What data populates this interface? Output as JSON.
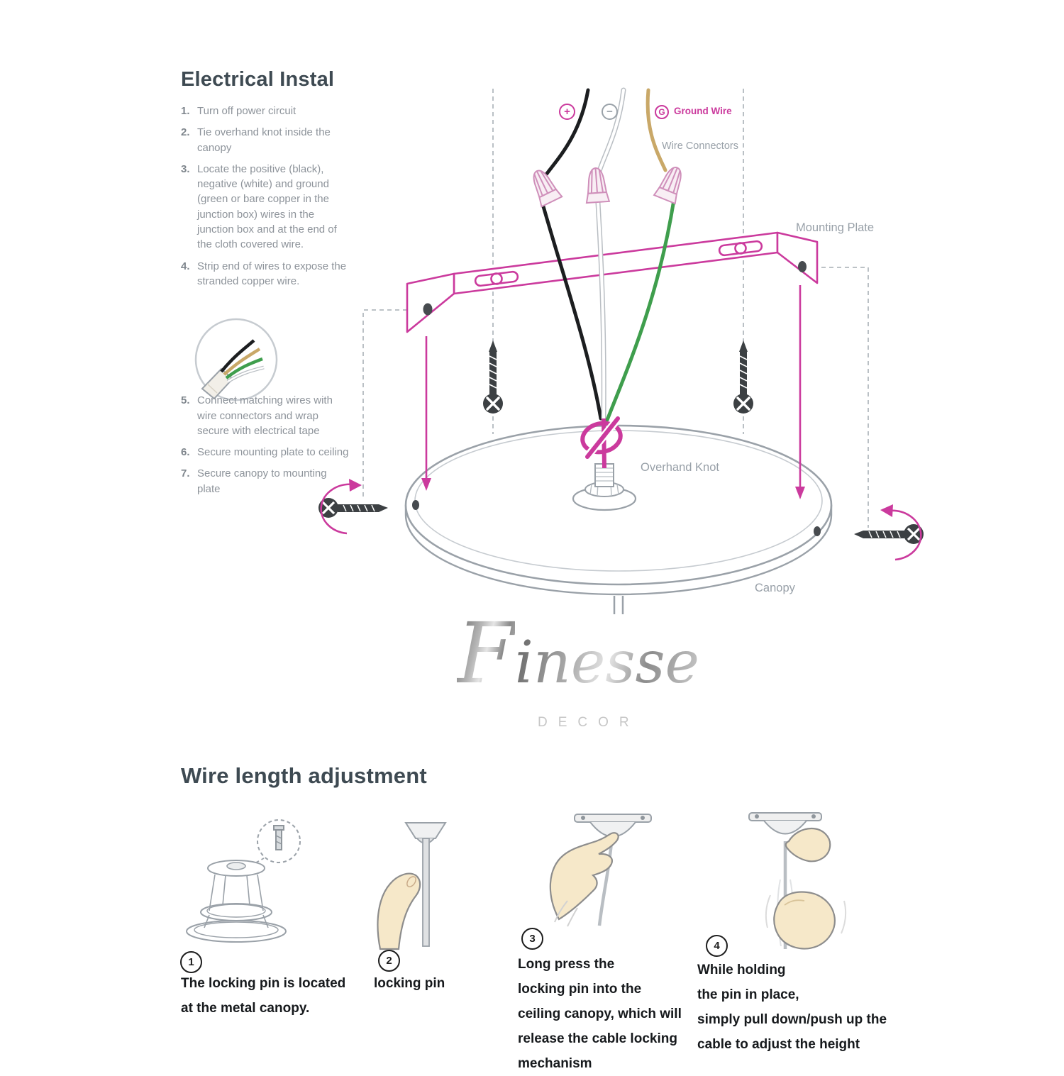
{
  "electrical": {
    "title": "Electrical Instal",
    "steps": [
      {
        "num": "1.",
        "text": "Turn off power circuit"
      },
      {
        "num": "2.",
        "text": "Tie overhand knot inside the canopy"
      },
      {
        "num": "3.",
        "text": "Locate the positive (black), negative (white) and ground (green or bare copper in the junction box) wires in the junction box and at the end of the cloth covered wire."
      },
      {
        "num": "4.",
        "text": "Strip end of wires to expose the stranded copper wire."
      },
      {
        "num": "5.",
        "text": "Connect matching wires with wire connectors and wrap secure with electrical tape"
      },
      {
        "num": "6.",
        "text": "Secure mounting plate to ceiling"
      },
      {
        "num": "7.",
        "text": "Secure canopy to mounting plate"
      }
    ],
    "diagram_labels": {
      "plus": "+",
      "minus": "−",
      "ground_badge": "G",
      "ground_wire": "Ground Wire",
      "wire_connectors": "Wire Connectors",
      "mounting_plate": "Mounting Plate",
      "overhand_knot": "Overhand Knot",
      "canopy": "Canopy"
    }
  },
  "logo": {
    "initial": "F",
    "rest": "inesse",
    "subtext": "DECOR"
  },
  "adjustment": {
    "title": "Wire length adjustment",
    "steps": [
      {
        "badge": "1",
        "lines": [
          "The locking pin is located",
          "at the metal canopy."
        ]
      },
      {
        "badge": "2",
        "lines": [
          "locking pin"
        ]
      },
      {
        "badge": "3",
        "lines": [
          "Long press the",
          "locking pin into the",
          "ceiling canopy, which will",
          "release the cable locking",
          "mechanism"
        ]
      },
      {
        "badge": "4",
        "lines": [
          "While holding",
          "the pin in place,",
          "simply pull down/push up the",
          "cable to adjust the height"
        ]
      }
    ]
  },
  "colors": {
    "magenta": "#cb3a9d",
    "green": "#3f9e4d",
    "ground_tan": "#c9a868",
    "heading": "#3e4a52",
    "step_text": "#8d939a"
  }
}
